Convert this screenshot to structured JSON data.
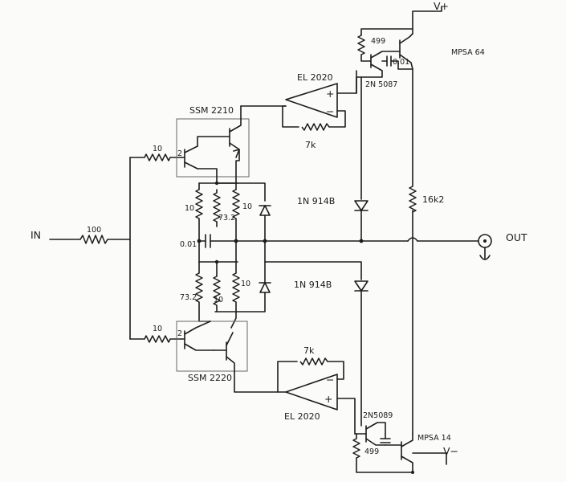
{
  "labels": {
    "vplus": "V+",
    "vminus": "V−",
    "input": "IN",
    "output": "OUT",
    "r_in": "100",
    "r_base_top": "10",
    "r_base_bot": "10",
    "r_top_emit_left": "10",
    "r_top_emit_mid": "73.2",
    "r_top_emit_right": "10",
    "r_bot_emit_left": "73.2",
    "r_bot_emit_mid": "10",
    "r_bot_emit_right": "10",
    "cap_mid": "0.01",
    "pair_top": "SSM 2210",
    "pair_bot": "SSM 2220",
    "opamp_top": "EL 2020",
    "opamp_bot": "EL 2020",
    "r_fb_top": "7k",
    "r_fb_bot": "7k",
    "diode_top": "1N 914B",
    "diode_bot": "1N 914B",
    "q_top_driver": "2N 5087",
    "q_top_out": "MPSA 64",
    "q_bot_driver": "2N5089",
    "q_bot_out": "MPSA 14",
    "r_top_bias": "499",
    "r_bot_bias": "499",
    "cap_top": "0.01",
    "r_bias_rail": "16k2",
    "pair_top_pin": "2",
    "pair_bot_pin": "2",
    "plus_sign": "+",
    "minus_sign": "−"
  }
}
